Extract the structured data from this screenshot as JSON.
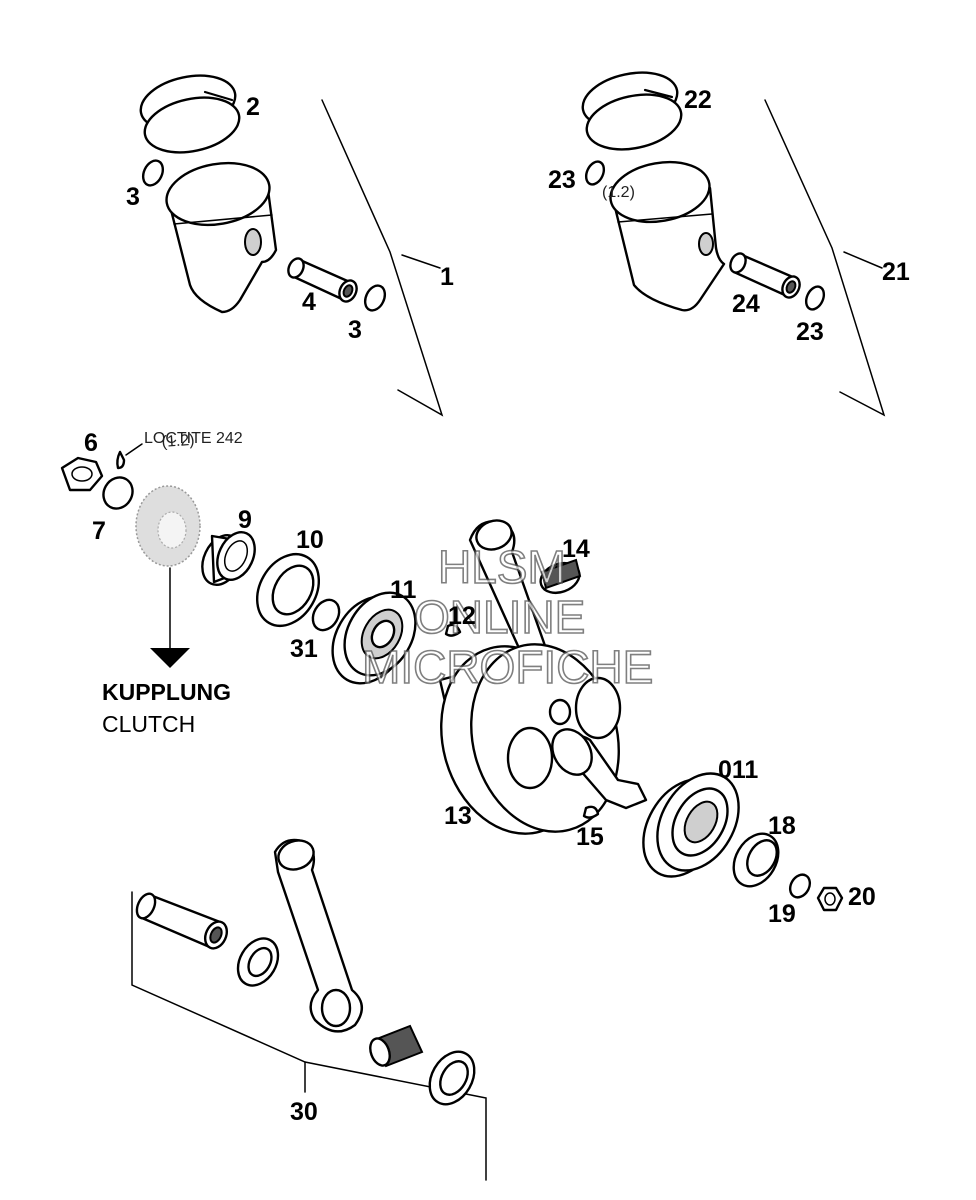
{
  "labels": {
    "p1": "1",
    "p2": "2",
    "p3a": "3",
    "p3b": "3",
    "p4": "4",
    "p6": "6",
    "p7": "7",
    "p9": "9",
    "p10": "10",
    "p11": "11",
    "p12": "12",
    "p13": "13",
    "p14": "14",
    "p15": "15",
    "p011": "011",
    "p18": "18",
    "p19": "19",
    "p20": "20",
    "p21": "21",
    "p22": "22",
    "p23a": "23",
    "p23b": "23",
    "p24": "24",
    "p30": "30",
    "p31": "31"
  },
  "piston_marking_left": "(1.2)",
  "piston_marking_right": "(1.2)",
  "loctite_note": "LOCTITE 242",
  "reference": {
    "line1": "KUPPLUNG",
    "line2": "CLUTCH"
  },
  "watermark": {
    "line1": "HLSM",
    "line2": "ONLINE",
    "line3": "MICROFICHE"
  }
}
